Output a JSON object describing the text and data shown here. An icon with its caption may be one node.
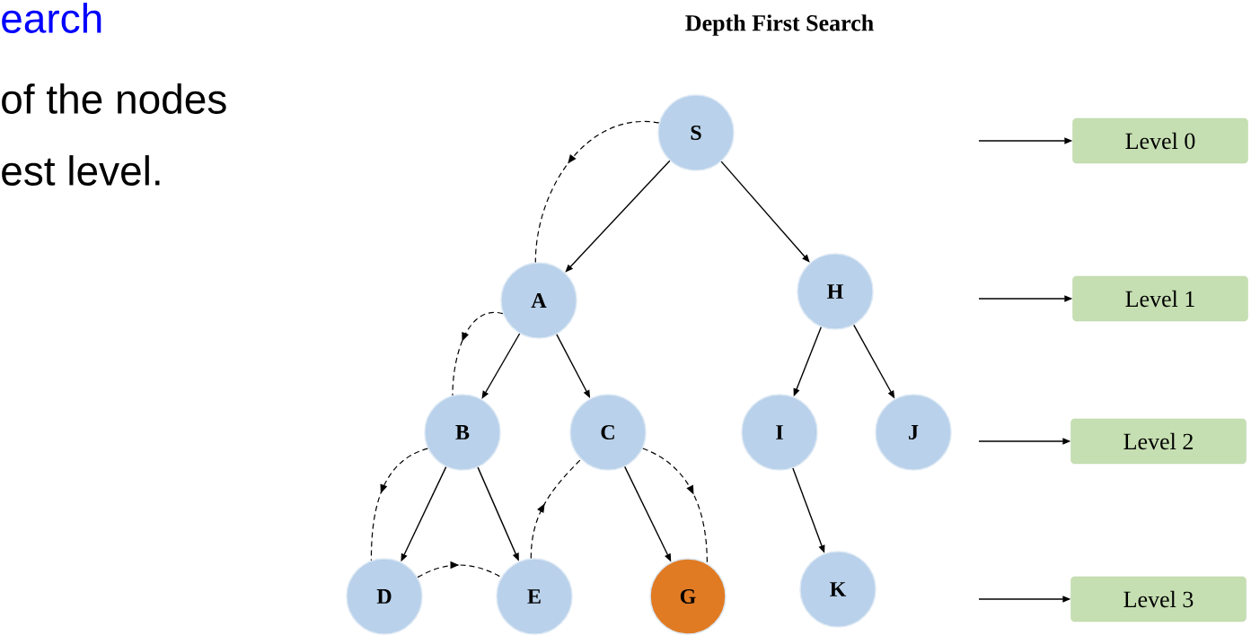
{
  "diagram": {
    "title": "Depth First Search",
    "nodes": [
      {
        "text": [
          "S"
        ]
      },
      {
        "text": [
          "A"
        ]
      },
      {
        "text": [
          "H"
        ]
      },
      {
        "text": [
          "B"
        ]
      },
      {
        "text": [
          "C"
        ]
      },
      {
        "text": [
          "I"
        ]
      },
      {
        "text": [
          "J"
        ]
      },
      {
        "text": [
          "D"
        ]
      },
      {
        "text": [
          "E"
        ]
      },
      {
        "text": [
          "G"
        ]
      },
      {
        "text": [
          "K"
        ]
      },
      {
        "text": [
          "Level 0"
        ]
      },
      {
        "text": [
          "Level 1"
        ]
      },
      {
        "text": [
          "Level 2"
        ]
      },
      {
        "text": [
          "Level 3"
        ]
      }
    ],
    "edges": [
      {
        "from": 0,
        "to": 1,
        "arrow": "to"
      },
      {
        "from": 0,
        "to": 2,
        "arrow": "to"
      },
      {
        "from": 1,
        "to": 3,
        "arrow": "to"
      },
      {
        "from": 1,
        "to": 4,
        "arrow": "to"
      },
      {
        "from": 2,
        "to": 5,
        "arrow": "to"
      },
      {
        "from": 2,
        "to": 6,
        "arrow": "to"
      },
      {
        "from": 3,
        "to": 7,
        "arrow": "to"
      },
      {
        "from": 3,
        "to": 8,
        "arrow": "to"
      },
      {
        "from": 4,
        "to": 9,
        "arrow": "to"
      },
      {
        "from": 5,
        "to": 10,
        "arrow": "to"
      },
      {
        "from": 0,
        "to": 1,
        "arrow": "to",
        "style": "dashed"
      },
      {
        "from": 1,
        "to": 3,
        "arrow": "to",
        "style": "dashed"
      },
      {
        "from": 3,
        "to": 7,
        "arrow": "to",
        "style": "dashed"
      },
      {
        "from": 7,
        "to": 8,
        "arrow": "to",
        "style": "dashed"
      },
      {
        "from": 8,
        "to": 4,
        "arrow": "to",
        "style": "dashed"
      },
      {
        "from": 4,
        "to": 9,
        "arrow": "to",
        "style": "dashed"
      },
      {
        "from": null,
        "to": 11,
        "arrow": "to"
      },
      {
        "from": null,
        "to": 12,
        "arrow": "to"
      },
      {
        "from": null,
        "to": 13,
        "arrow": "to"
      },
      {
        "from": null,
        "to": 14,
        "arrow": "to"
      }
    ],
    "labels": [
      "earch",
      "of the nodes",
      "est level."
    ]
  }
}
